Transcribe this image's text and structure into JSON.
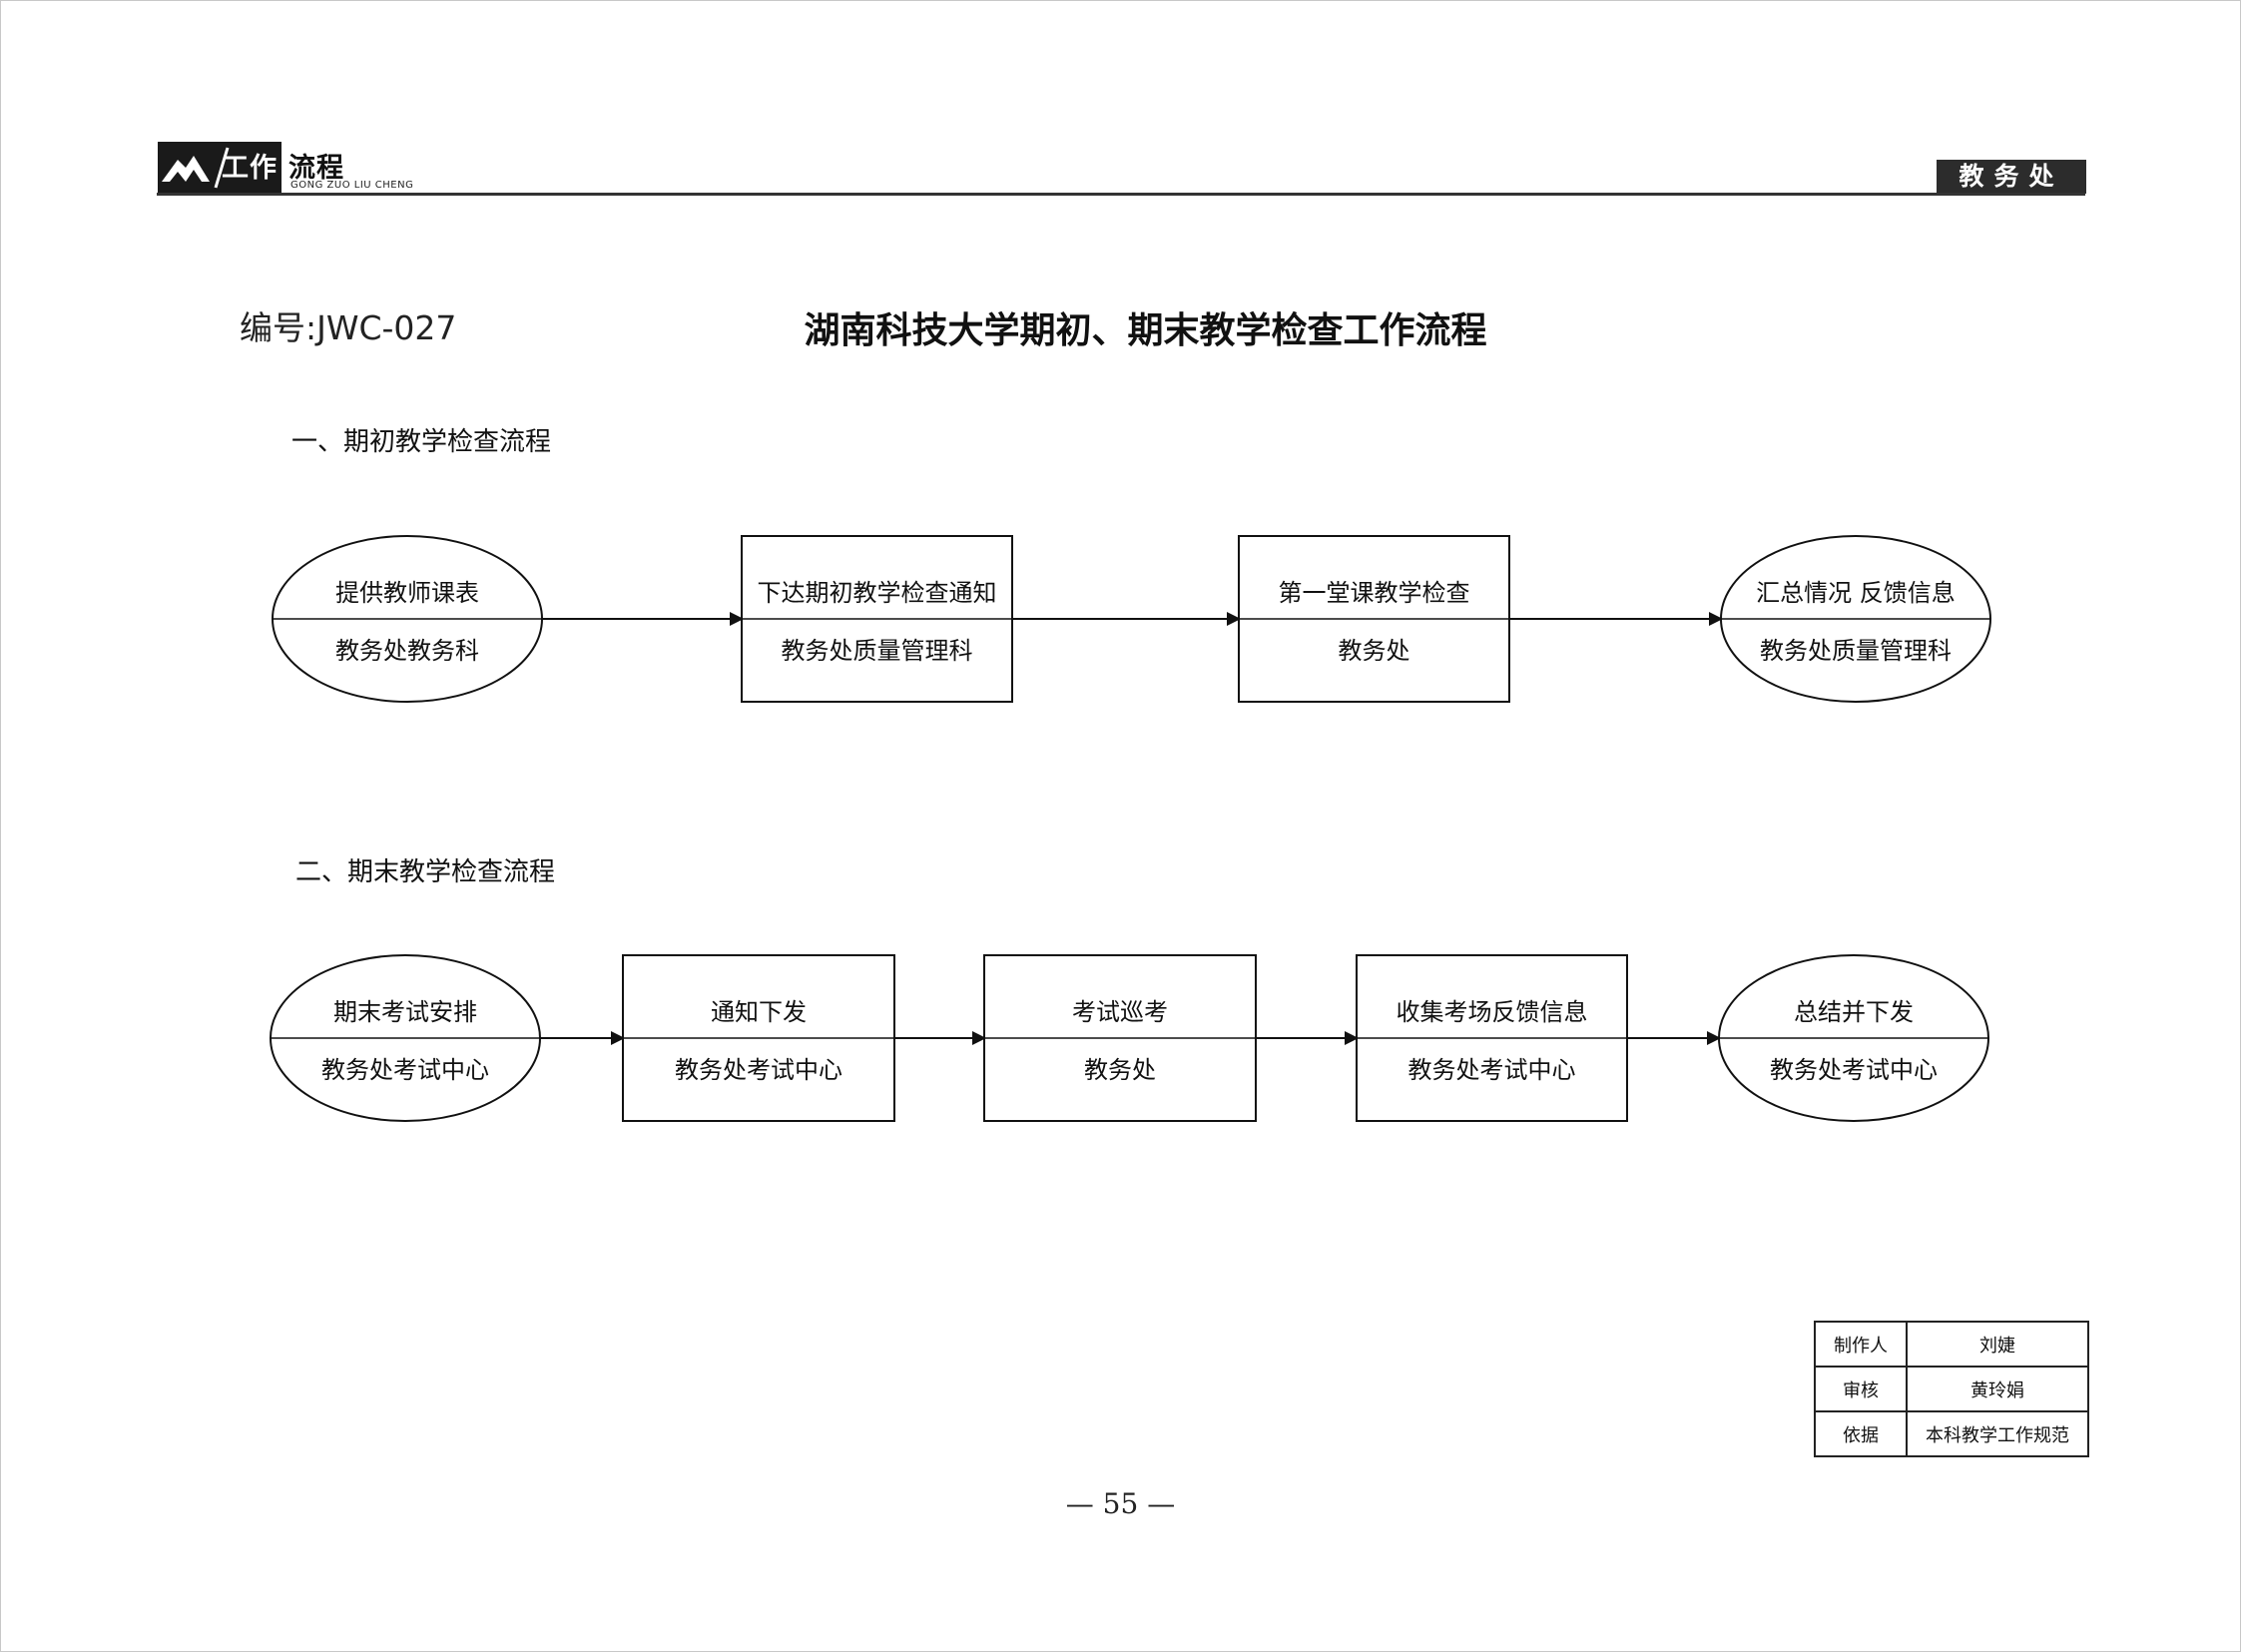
{
  "header": {
    "logo_main": "工作",
    "logo_suffix": "流程",
    "logo_pinyin": "GONG ZUO LIU CHENG",
    "department": "教务处"
  },
  "document": {
    "number": "编号:JWC-027",
    "title": "湖南科技大学期初、期末教学检查工作流程"
  },
  "sections": [
    {
      "title": "一、期初教学检查流程",
      "nodes": [
        {
          "shape": "ellipse",
          "top": "提供教师课表",
          "bottom": "教务处教务科"
        },
        {
          "shape": "rect",
          "top": "下达期初教学检查通知",
          "bottom": "教务处质量管理科"
        },
        {
          "shape": "rect",
          "top": "第一堂课教学检查",
          "bottom": "教务处"
        },
        {
          "shape": "ellipse",
          "top": "汇总情况  反馈信息",
          "bottom": "教务处质量管理科"
        }
      ]
    },
    {
      "title": "二、期末教学检查流程",
      "nodes": [
        {
          "shape": "ellipse",
          "top": "期末考试安排",
          "bottom": "教务处考试中心"
        },
        {
          "shape": "rect",
          "top": "通知下发",
          "bottom": "教务处考试中心"
        },
        {
          "shape": "rect",
          "top": "考试巡考",
          "bottom": "教务处"
        },
        {
          "shape": "rect",
          "top": "收集考场反馈信息",
          "bottom": "教务处考试中心"
        },
        {
          "shape": "ellipse",
          "top": "总结并下发",
          "bottom": "教务处考试中心"
        }
      ]
    }
  ],
  "info_table": {
    "rows": [
      {
        "label": "制作人",
        "value": "刘婕"
      },
      {
        "label": "审核",
        "value": "黄玲娟"
      },
      {
        "label": "依据",
        "value": "本科教学工作规范"
      }
    ]
  },
  "footer": {
    "page_number": "— 55 —"
  }
}
